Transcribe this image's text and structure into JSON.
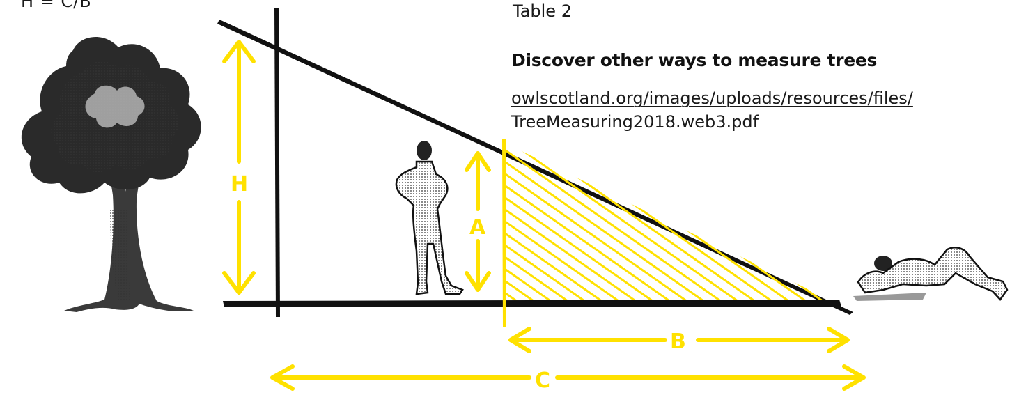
{
  "formula": "H = C/B",
  "table_label": "Table 2",
  "heading": "Discover other ways to measure trees",
  "link": {
    "line1": "owlscotland.org/images/uploads/resources/files/",
    "line2": "TreeMeasuring2018.web3.pdf"
  },
  "labels": {
    "h": "H",
    "a": "A",
    "b": "B",
    "c": "C"
  },
  "colors": {
    "accent": "#ffe100",
    "ink": "#111111"
  },
  "icons": [
    "tree-icon",
    "standing-person-icon",
    "lying-person-icon"
  ]
}
